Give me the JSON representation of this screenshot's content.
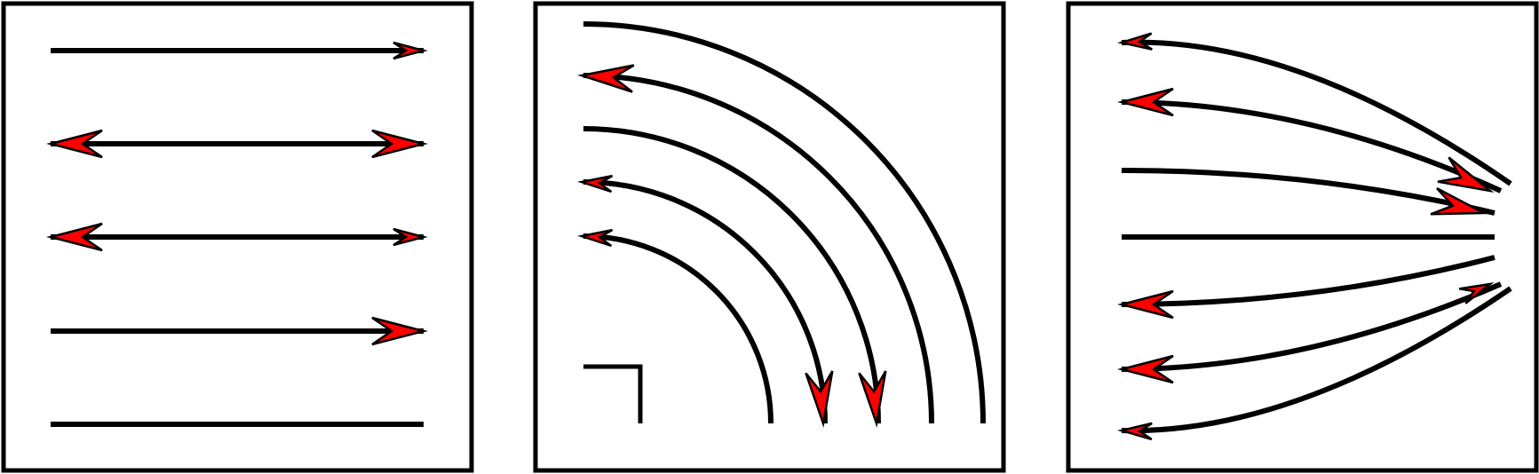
{
  "colors": {
    "line": "#000000",
    "arrowhead": "#ff0000",
    "background": "#ffffff"
  },
  "panels": [
    {
      "name": "panel-straight-arrows",
      "description_visible_text": "",
      "rows": [
        {
          "start": "none",
          "end": "arrow-small"
        },
        {
          "start": "arrow",
          "end": "arrow"
        },
        {
          "start": "arrow",
          "end": "arrow-small"
        },
        {
          "start": "none",
          "end": "arrow"
        },
        {
          "start": "none",
          "end": "none"
        }
      ]
    },
    {
      "name": "panel-quarter-arcs",
      "arcs": [
        {
          "start": "none",
          "end": "none"
        },
        {
          "start": "arrow",
          "end": "none"
        },
        {
          "start": "none",
          "end": "arrow"
        },
        {
          "start": "arrow-small",
          "end": "arrow"
        },
        {
          "start": "arrow-small",
          "end": "none"
        }
      ],
      "corner_marker": true
    },
    {
      "name": "panel-fan-curves",
      "curves": [
        {
          "start": "arrow-small",
          "end": "none"
        },
        {
          "start": "arrow",
          "end": "arrow"
        },
        {
          "start": "none",
          "end": "arrow"
        },
        {
          "start": "none",
          "end": "none"
        },
        {
          "start": "arrow",
          "end": "none"
        },
        {
          "start": "arrow",
          "end": "arrow-small"
        },
        {
          "start": "arrow-small",
          "end": "none"
        }
      ]
    }
  ]
}
